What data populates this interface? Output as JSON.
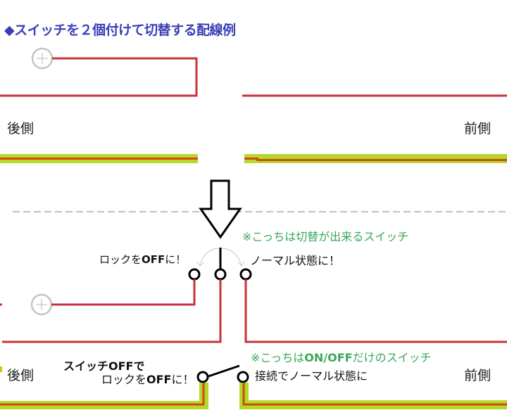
{
  "title": "◆スイッチを２個付けて切替する配線例",
  "before": {
    "rear_label": "後側",
    "front_label": "前側"
  },
  "after": {
    "rear_label": "後側",
    "front_label": "前側",
    "changeover_note": "※こっちは切替が出来るスイッチ",
    "lock_off_label_pre": "ロックを",
    "lock_off_label_bold": "OFF",
    "lock_off_label_post": "に！",
    "normal_label": "ノーマル状態に！",
    "onoff_note_pre": "※こっちは",
    "onoff_note_bold": "ON/OFF",
    "onoff_note_post": "だけのスイッチ",
    "switch_off_line1": "スイッチOFFで",
    "switch_off_line2_pre": "ロックを",
    "switch_off_line2_bold": "OFF",
    "switch_off_line2_post": "に！",
    "connect_label": "接続でノーマル状態に"
  },
  "colors": {
    "title": "#3a3fb5",
    "wire_red": "#c8323a",
    "wire_green": "#b5d92b",
    "wire_orange": "#d04a12",
    "note_green": "#3aa65a",
    "dash_gray": "#c0c0c0",
    "terminal_gray": "#c4c4c4"
  },
  "icons": {
    "down_arrow": "down-arrow-icon",
    "plus_terminal": "plus-terminal-icon",
    "switch_terminal": "switch-terminal-icon"
  }
}
